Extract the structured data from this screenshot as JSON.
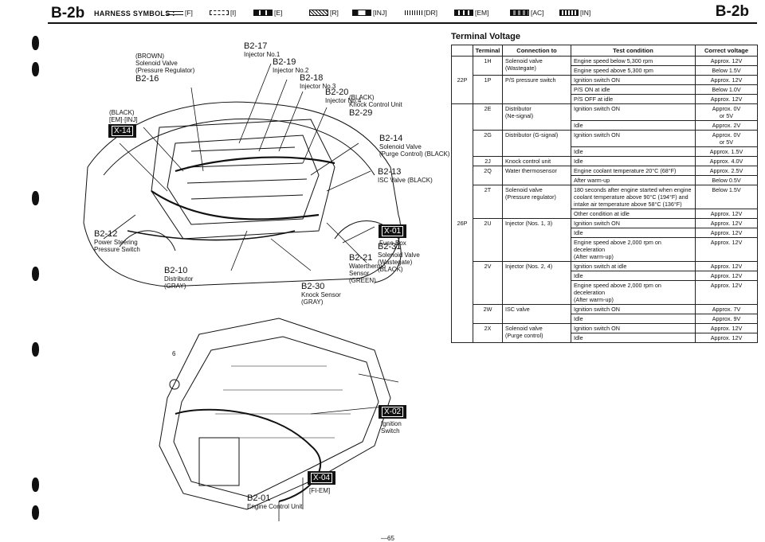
{
  "header": {
    "section_left": "B-2b",
    "section_right": "B-2b",
    "harness_title": "HARNESS SYMBOLS :",
    "symbols": [
      {
        "code": "[F]",
        "icon": "line-thin"
      },
      {
        "code": "[I]",
        "icon": "dashed-box"
      },
      {
        "code": "[E]",
        "icon": "solid-bar"
      },
      {
        "code": "[R]",
        "icon": "hatched"
      },
      {
        "code": "[INJ]",
        "icon": "box-bar"
      },
      {
        "code": "[DR]",
        "icon": "stripes"
      },
      {
        "code": "[EM]",
        "icon": "dash-bar"
      },
      {
        "code": "[AC]",
        "icon": "cross-bar"
      },
      {
        "code": "[IN]",
        "icon": "wave-bar"
      }
    ]
  },
  "diagram": {
    "labels": [
      {
        "code": "B2-17",
        "name": "Injector No.1"
      },
      {
        "code": "B2-19",
        "name": "Injector No.2"
      },
      {
        "code": "B2-18",
        "name": "Injector No.3"
      },
      {
        "code": "B2-20",
        "name": "Injector No.4"
      },
      {
        "code": "B2-16",
        "name": "(BROWN)\nSolenoid Valve\n(Pressure Regulator)"
      },
      {
        "code": "B2-29",
        "name": "(BLACK)\nKnock Control Unit"
      },
      {
        "code": "B2-14",
        "name": "Solenoid Valve\n(Purge Control) (BLACK)"
      },
      {
        "code": "B2-13",
        "name": "ISC Valve (BLACK)"
      },
      {
        "code": "B2-12",
        "name": "Power Steering\nPressure Switch"
      },
      {
        "code": "B2-31",
        "name": "Solenoid Valve\n(Wastegate)\n(BLACK)"
      },
      {
        "code": "B2-21",
        "name": "Waterthermo\nSensor\n(GREEN)"
      },
      {
        "code": "B2-10",
        "name": "Distributor\n(GRAY)"
      },
      {
        "code": "B2-30",
        "name": "Knock Sensor\n(GRAY)"
      },
      {
        "code": "B2-01",
        "name": "Engine Control Unit"
      }
    ],
    "em_inj_note": "(BLACK)\n[EM]·[INJ]",
    "tags": {
      "x14": "X-14",
      "x01": "X-01",
      "x02": "X-02",
      "x04": "X-04"
    },
    "fuse_box": "Fuse Box",
    "ignition_switch": "Ignition\nSwitch",
    "fi_em": "[FI-EM]",
    "circle_marker": "6"
  },
  "terminal_voltage": {
    "title": "Terminal Voltage",
    "columns": [
      "Terminal",
      "Connection to",
      "Test condition",
      "Correct voltage"
    ],
    "groups": [
      {
        "connector": "22P",
        "rows": [
          {
            "terminal": "1H",
            "connection": "Solenoid valve\n(Wastegate)",
            "conditions": [
              {
                "test": "Engine speed below 5,300 rpm",
                "voltage": "Approx. 12V"
              },
              {
                "test": "Engine speed above 5,300 rpm",
                "voltage": "Below 1.5V"
              }
            ]
          },
          {
            "terminal": "1P",
            "connection": "P/S pressure switch",
            "conditions": [
              {
                "test": "Ignition switch ON",
                "voltage": "Approx. 12V"
              },
              {
                "test": "P/S ON at idle",
                "voltage": "Below 1.0V"
              },
              {
                "test": "P/S OFF at idle",
                "voltage": "Approx. 12V"
              }
            ]
          }
        ]
      },
      {
        "connector": "26P",
        "rows": [
          {
            "terminal": "2E",
            "connection": "Distributor\n(Ne-signal)",
            "conditions": [
              {
                "test": "Ignition switch ON",
                "voltage": "Approx. 0V\nor 5V"
              },
              {
                "test": "Idle",
                "voltage": "Approx. 2V"
              }
            ]
          },
          {
            "terminal": "2G",
            "connection": "Distributor (G-signal)",
            "conditions": [
              {
                "test": "Ignition switch ON",
                "voltage": "Approx. 0V\nor 5V"
              },
              {
                "test": "Idle",
                "voltage": "Approx. 1.5V"
              }
            ]
          },
          {
            "terminal": "2J",
            "connection": "Knock control unit",
            "conditions": [
              {
                "test": "Idle",
                "voltage": "Approx. 4.0V"
              }
            ]
          },
          {
            "terminal": "2Q",
            "connection": "Water thermosensor",
            "conditions": [
              {
                "test": "Engine coolant temperature 20°C (68°F)",
                "voltage": "Approx. 2.5V"
              },
              {
                "test": "After warm-up",
                "voltage": "Below 0.5V"
              }
            ]
          },
          {
            "terminal": "2T",
            "connection": "Solenoid valve\n(Pressure regulator)",
            "conditions": [
              {
                "test": "180 seconds after engine started when engine\ncoolant temperature above 90°C (194°F) and\nintake air temperature above 58°C (136°F)",
                "voltage": "Below 1.5V"
              },
              {
                "test": "Other condition at idle",
                "voltage": "Approx. 12V"
              }
            ]
          },
          {
            "terminal": "2U",
            "connection": "Injector (Nos. 1, 3)",
            "conditions": [
              {
                "test": "Ignition switch ON",
                "voltage": "Approx. 12V"
              },
              {
                "test": "Idle",
                "voltage": "Approx. 12V"
              },
              {
                "test": "Engine speed above 2,000 rpm on deceleration\n(After warm-up)",
                "voltage": "Approx. 12V"
              }
            ]
          },
          {
            "terminal": "2V",
            "connection": "Injector (Nos. 2, 4)",
            "conditions": [
              {
                "test": "Ignition switch at idle",
                "voltage": "Approx. 12V"
              },
              {
                "test": "Idle",
                "voltage": "Approx. 12V"
              },
              {
                "test": "Engine speed above 2,000 rpm on deceleration\n(After warm-up)",
                "voltage": "Approx. 12V"
              }
            ]
          },
          {
            "terminal": "2W",
            "connection": "ISC valve",
            "conditions": [
              {
                "test": "Ignition switch ON",
                "voltage": "Approx. 7V"
              },
              {
                "test": "Idle",
                "voltage": "Approx. 9V"
              }
            ]
          },
          {
            "terminal": "2X",
            "connection": "Solenoid valve\n(Purge control)",
            "conditions": [
              {
                "test": "Ignition switch ON",
                "voltage": "Approx. 12V"
              },
              {
                "test": "Idle",
                "voltage": "Approx. 12V"
              }
            ]
          }
        ]
      }
    ]
  },
  "footer": {
    "page": "—65"
  }
}
